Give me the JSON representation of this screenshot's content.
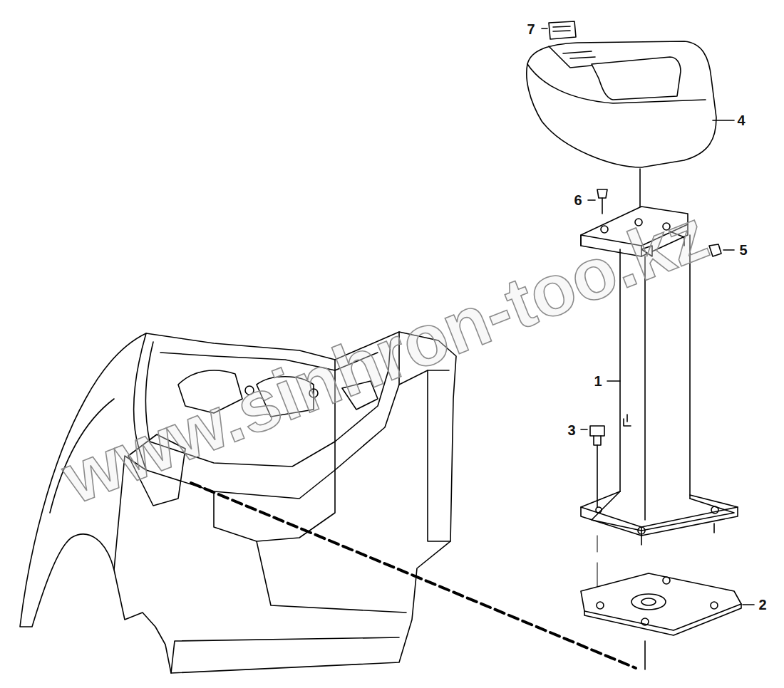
{
  "diagram": {
    "labels": [
      "7",
      "4",
      "6",
      "5",
      "1",
      "3",
      "2",
      "www.sinhron-too.kz"
    ]
  }
}
